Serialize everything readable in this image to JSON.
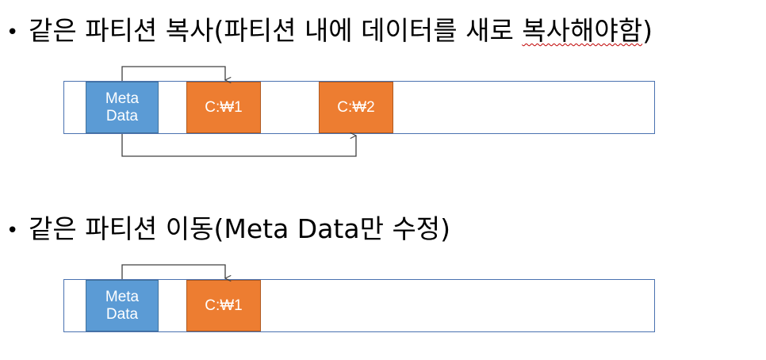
{
  "section1": {
    "bullet": "•",
    "heading_main": "같은 파티션 복사(파티션 내에 데이터를 새로 ",
    "heading_squiggle": "복사해야함",
    "heading_end": ")",
    "meta_line1": "Meta",
    "meta_line2": "Data",
    "file1": "C:₩1",
    "file2": "C:₩2"
  },
  "section2": {
    "bullet": "•",
    "heading": "같은 파티션 이동(Meta Data만 수정)",
    "meta_line1": "Meta",
    "meta_line2": "Data",
    "file1": "C:₩1"
  },
  "colors": {
    "meta_block": "#5b9bd5",
    "file_block": "#ed7d31",
    "bar_border": "#4a72b0",
    "arrow": "#404040"
  }
}
